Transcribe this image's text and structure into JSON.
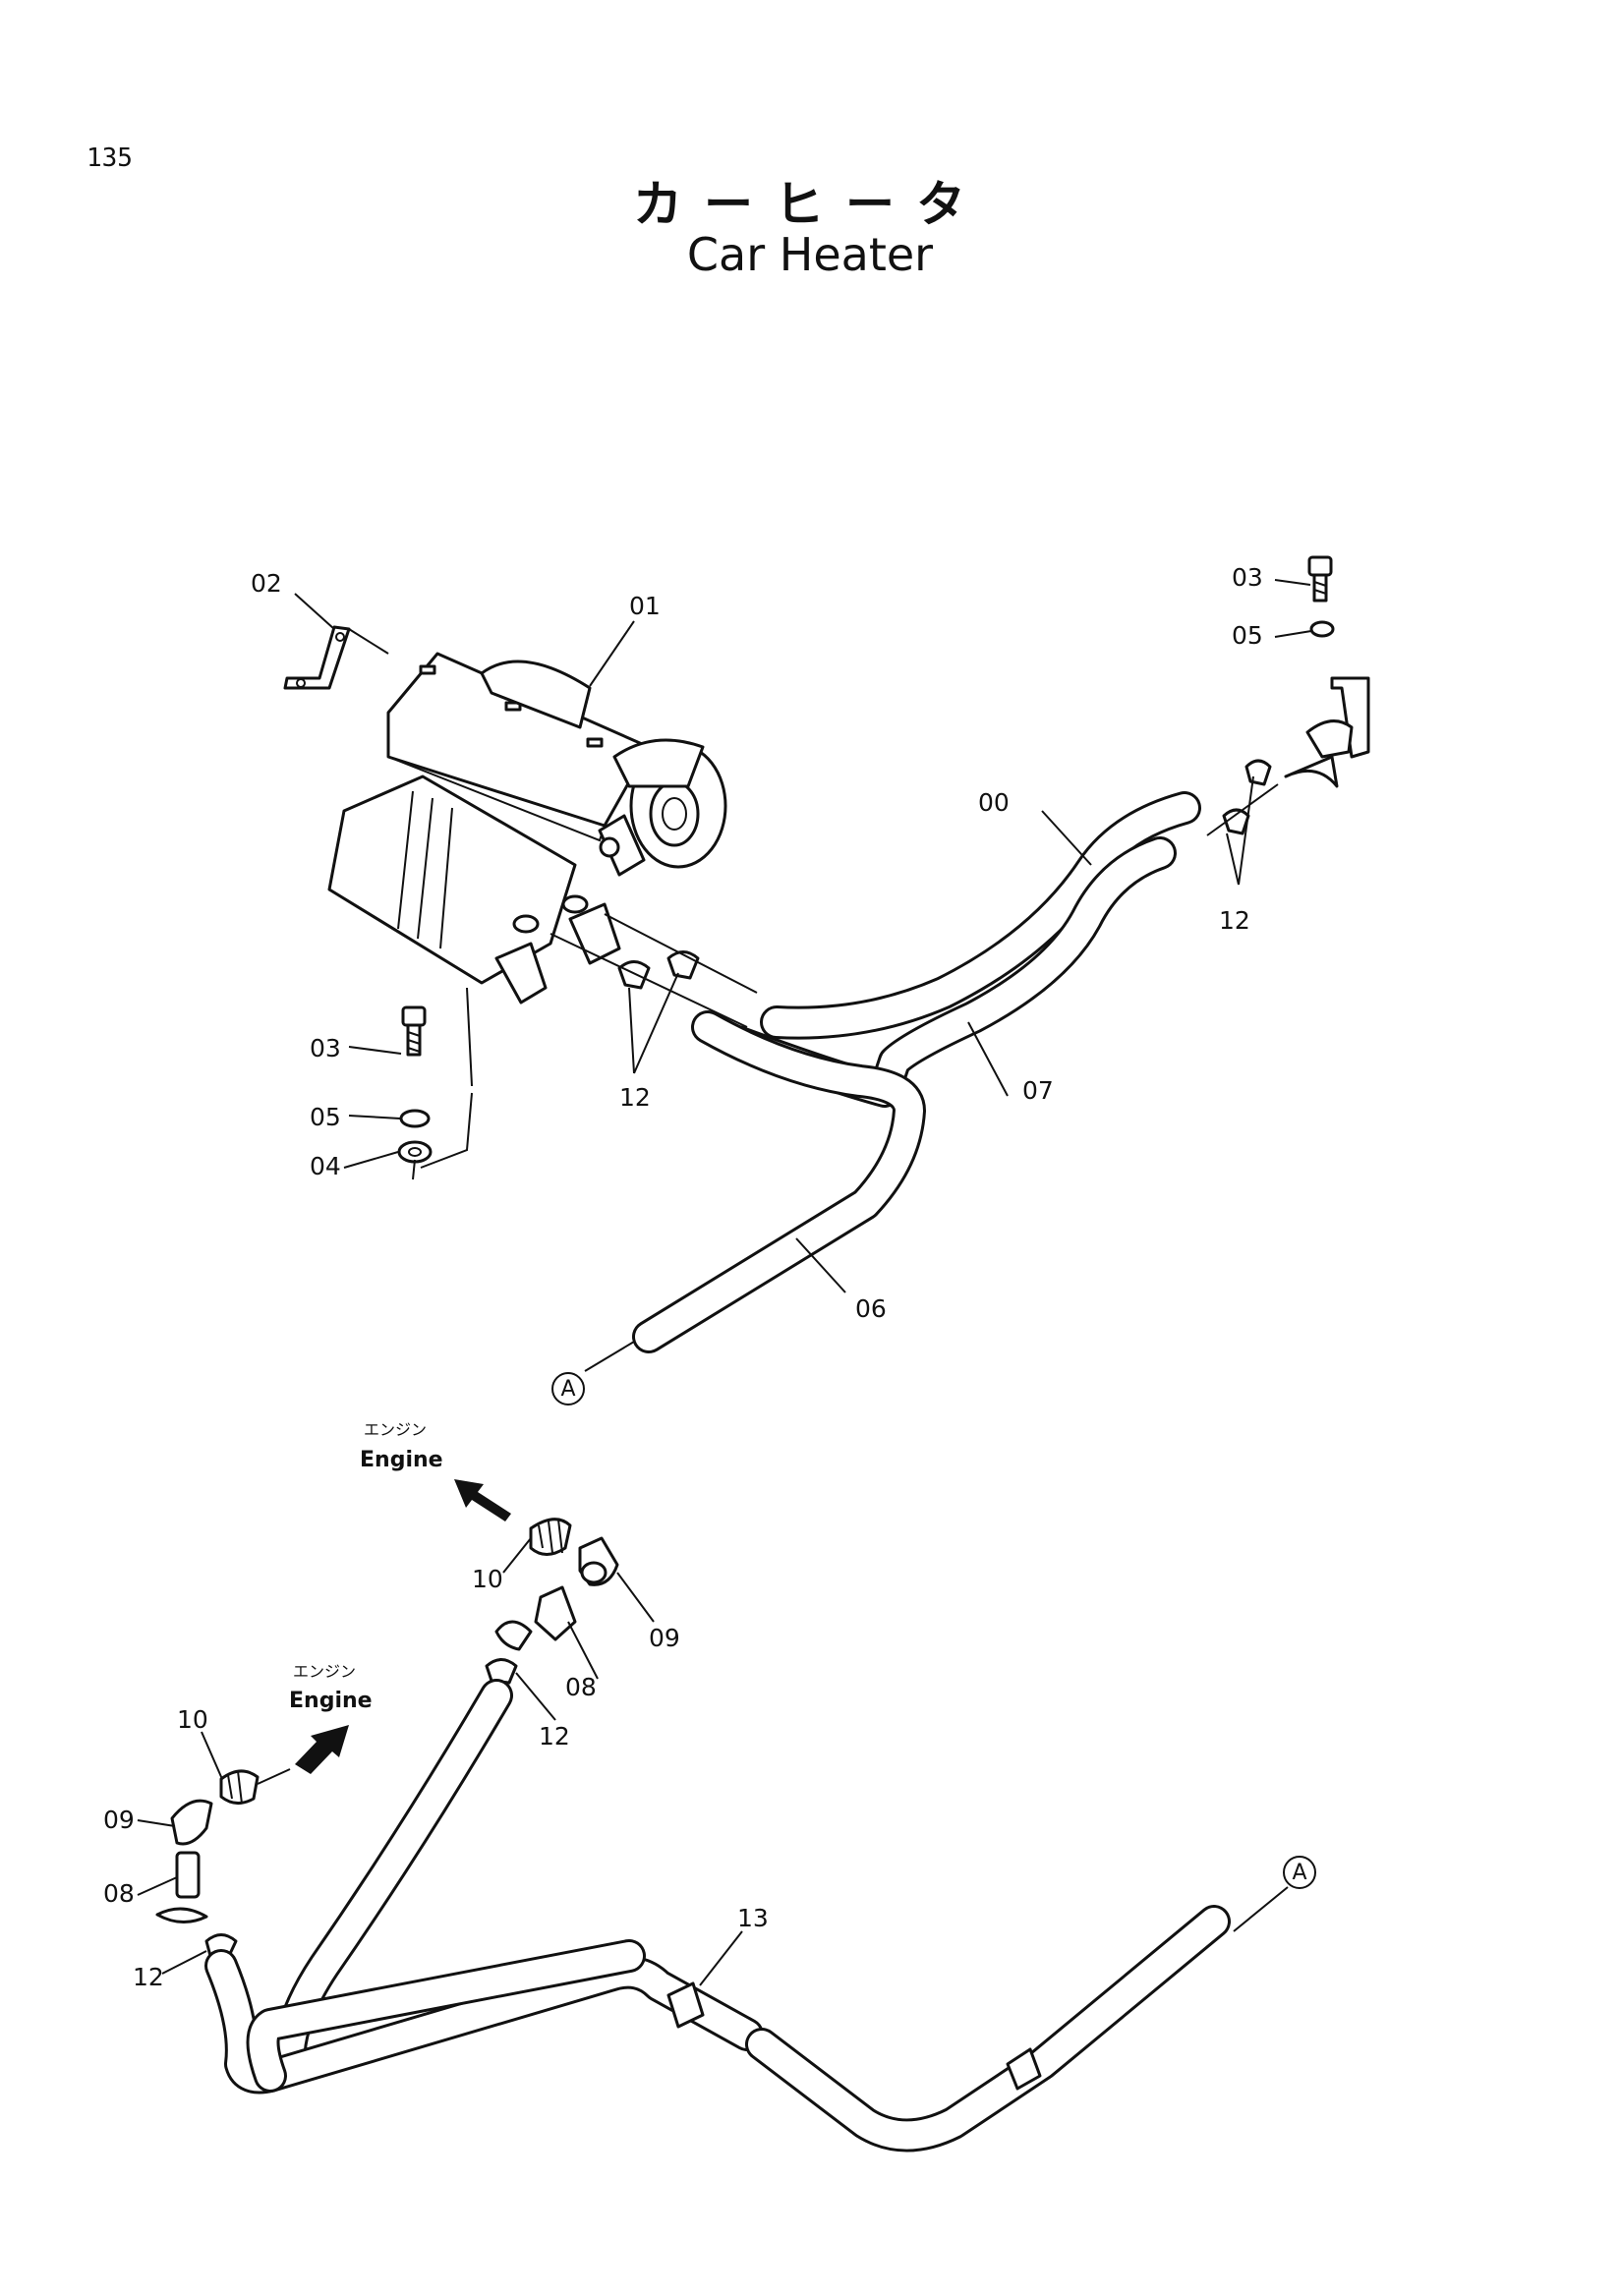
{
  "page": {
    "number": "135"
  },
  "title": {
    "japanese": "カーヒータ",
    "english": "Car Heater"
  },
  "engine_note": {
    "japanese": "エンジン",
    "english": "Engine"
  },
  "reference_marker": "A",
  "callouts": {
    "p00": "00",
    "p01": "01",
    "p02": "02",
    "p03": "03",
    "p04": "04",
    "p05": "05",
    "p06": "06",
    "p07": "07",
    "p08": "08",
    "p09": "09",
    "p10": "10",
    "p12": "12",
    "p13": "13"
  }
}
